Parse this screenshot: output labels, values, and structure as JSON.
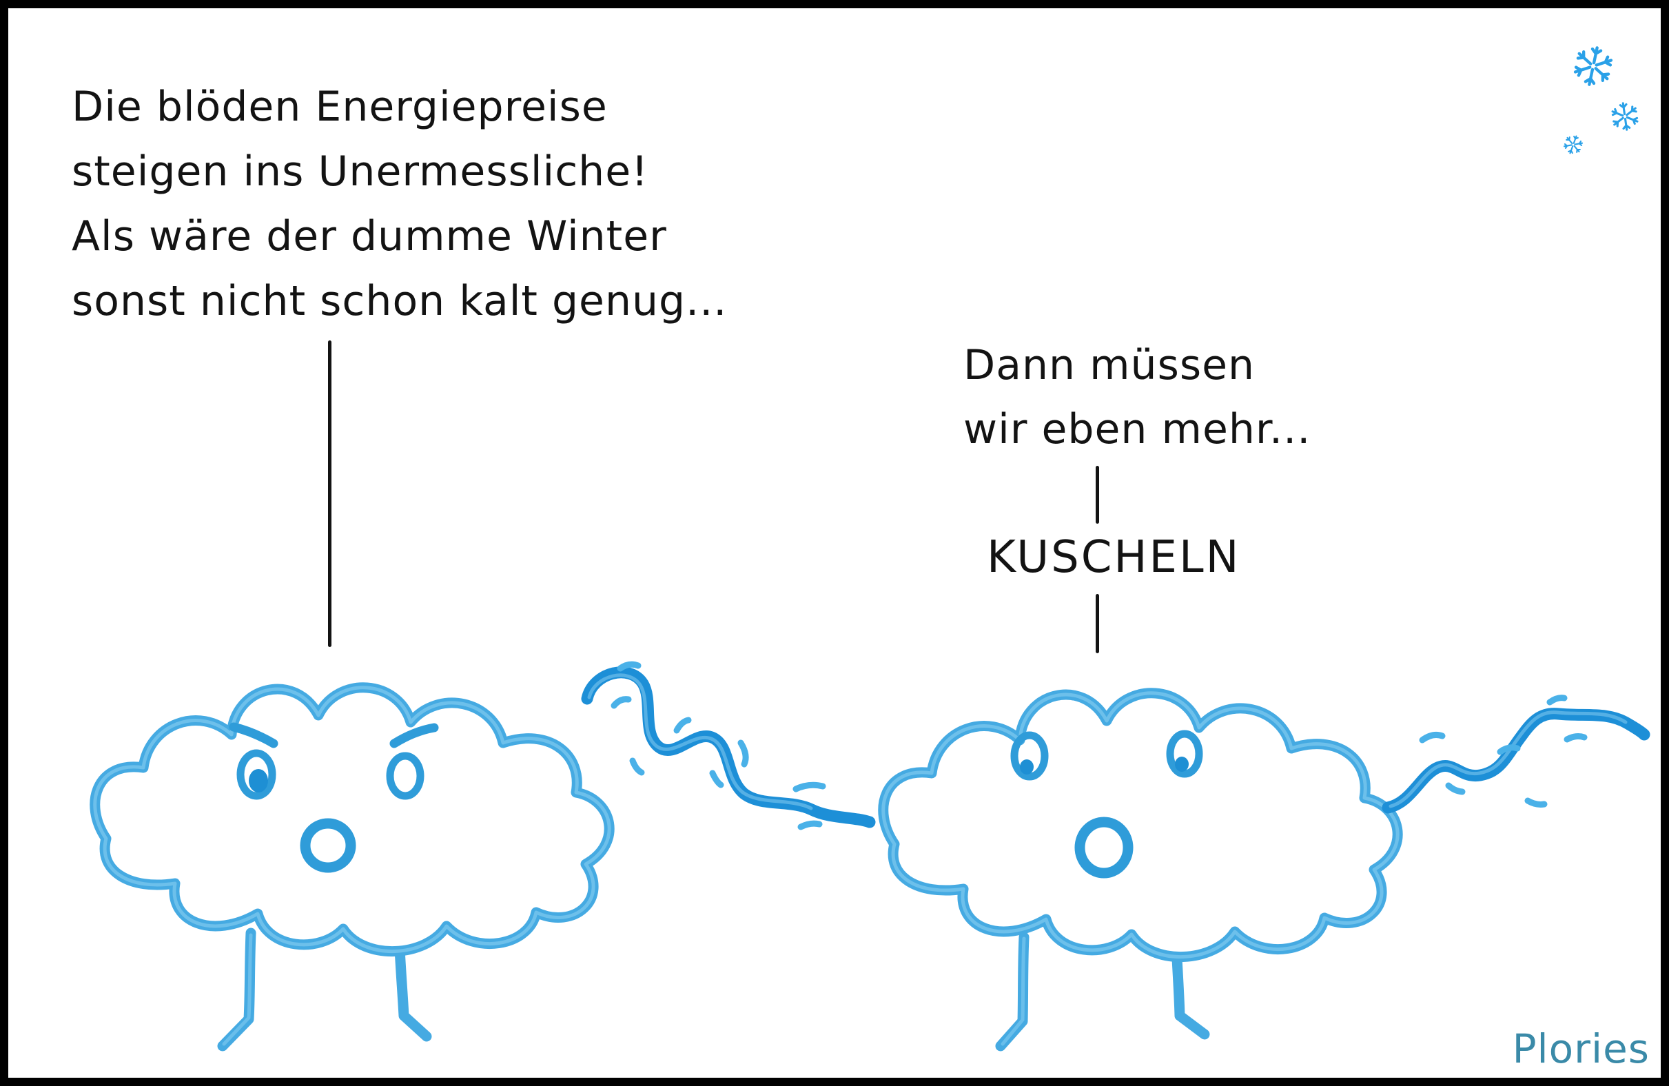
{
  "speech_left": {
    "speaker": "left-cloud",
    "lines": [
      "Die blöden Energiepreise",
      "steigen ins Unermessliche!",
      "Als wäre der dumme Winter",
      "sonst nicht schon kalt genug..."
    ]
  },
  "speech_right": {
    "speaker": "right-cloud",
    "lines": [
      "Dann müssen",
      "wir eben mehr..."
    ],
    "emphasis": "KUSCHELN"
  },
  "signature": "Plories",
  "characters": {
    "left_cloud": {
      "expression": "angry",
      "features": "eyebrows, two eyes, round open mouth, two legs"
    },
    "right_cloud": {
      "expression": "surprised",
      "features": "two eyes, round open mouth, two legs"
    }
  },
  "decor": {
    "snowflake_count": 3,
    "wind_squiggle_count": 2
  },
  "colors": {
    "background": "#ffffff",
    "border_color": "#000000",
    "text_color": "#131313",
    "cloud_blue": "#45aae2",
    "cloud_highlight": "#8ed2f3",
    "feature_blue": "#2f9cd9",
    "pupil_blue": "#1e8fd4",
    "squiggle_blue": "#1d8fd7",
    "tick_blue": "#4ab1e8",
    "snow_blue": "#2aa1e8",
    "signature_color": "#3a8aa8"
  }
}
